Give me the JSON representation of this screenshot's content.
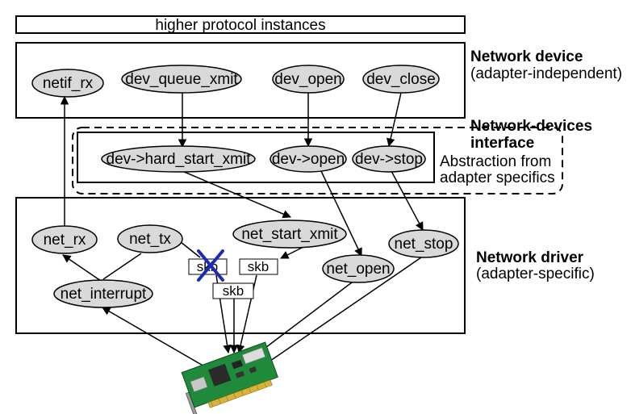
{
  "top_bar": {
    "label": "higher protocol instances"
  },
  "layers": {
    "device": {
      "title": "Network device",
      "subtitle": "(adapter-independent)"
    },
    "interface": {
      "title_line1": "Network-devices",
      "title_line2": "interface",
      "note_line1": "Abstraction from",
      "note_line2": "adapter specifics"
    },
    "driver": {
      "title": "Network driver",
      "subtitle": "(adapter-specific)"
    }
  },
  "nodes": {
    "netif_rx": "netif_rx",
    "dev_queue_xmit": "dev_queue_xmit",
    "dev_open": "dev_open",
    "dev_close": "dev_close",
    "hard_start_xmit": "dev->hard_start_xmit",
    "dev_open_ptr": "dev->open",
    "dev_stop_ptr": "dev->stop",
    "net_rx": "net_rx",
    "net_tx": "net_tx",
    "net_start_xmit": "net_start_xmit",
    "net_stop": "net_stop",
    "net_open": "net_open",
    "net_interrupt": "net_interrupt"
  },
  "buffers": {
    "skb_crossed": "skb",
    "skb_right": "skb",
    "skb_lower": "skb"
  },
  "colors": {
    "node_fill": "#d9d9d9",
    "cross": "#1a2bb5",
    "card_pcb": "#1f8a3a"
  },
  "icons": {
    "network_card": "network-card-icon",
    "cross": "cross-mark-icon"
  }
}
